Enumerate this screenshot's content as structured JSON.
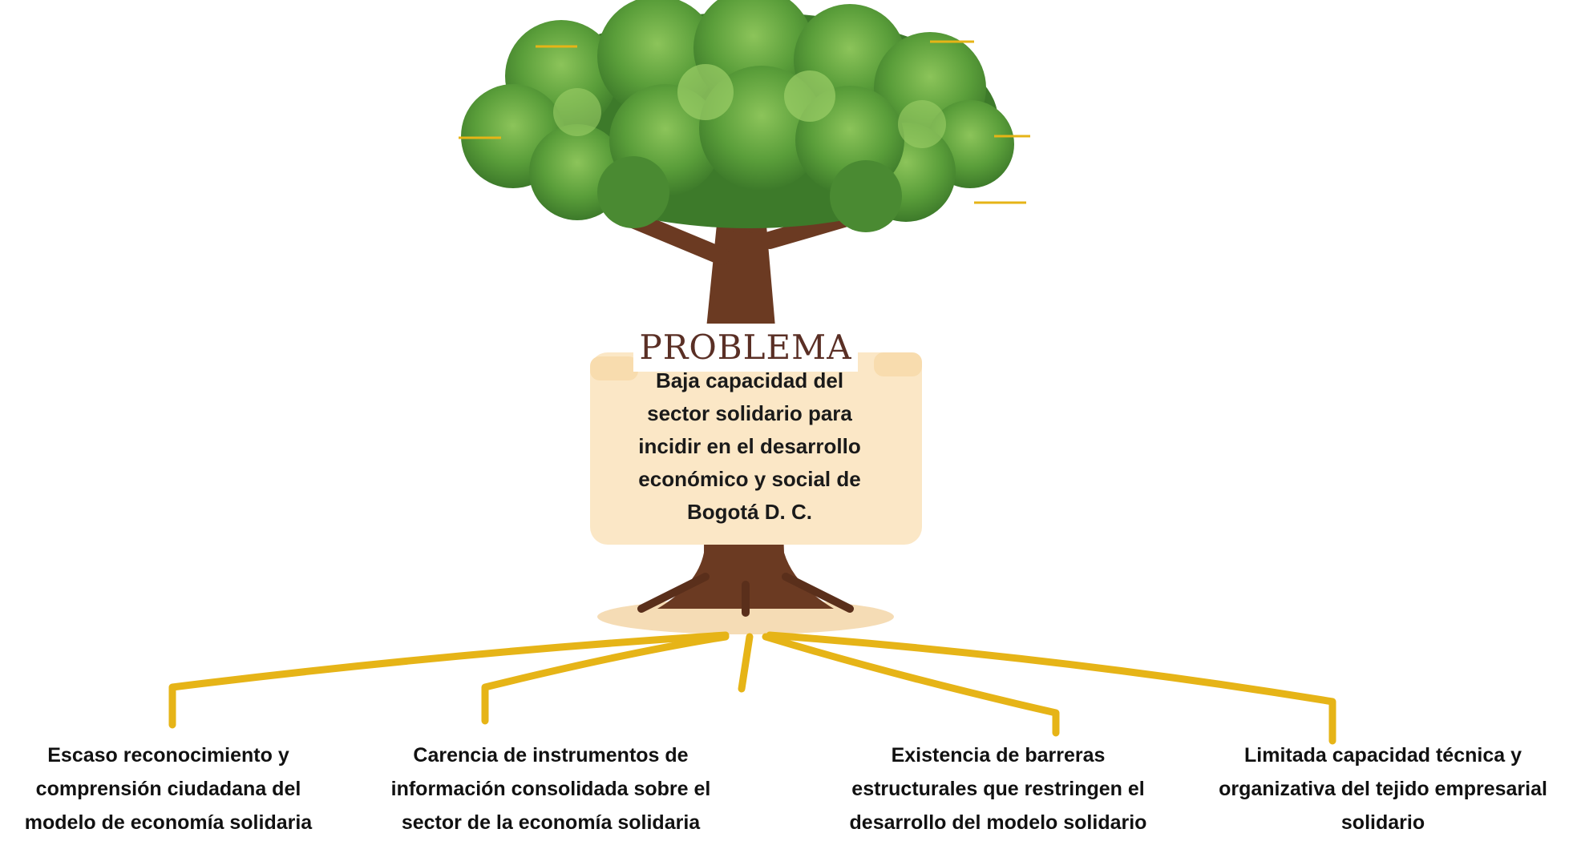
{
  "problem": {
    "heading": "PROBLEMA",
    "text": "Baja capacidad del\nsector solidario para\nincidir en el desarrollo\neconómico y social de\nBogotá D. C."
  },
  "causes": [
    {
      "text": "Escaso reconocimiento y\ncomprensión ciudadana del\nmodelo de economía solidaria"
    },
    {
      "text": "Carencia de instrumentos de\ninformación consolidada sobre el\nsector de la economía solidaria"
    },
    {
      "text": "Existencia de barreras\nestructurales que restringen el\ndesarrollo del modelo solidario"
    },
    {
      "text": "Limitada capacidad técnica y\norganizativa del tejido empresarial\nsolidario"
    }
  ],
  "colors": {
    "leaf_dark": "#3d7a2a",
    "leaf_mid": "#5a9e3a",
    "leaf_light": "#8cc45a",
    "trunk": "#6b3a22",
    "root_line": "#e6b417",
    "parchment": "#fbe7c6",
    "ground": "#f5dcb5"
  },
  "icons": [
    "tree-illustration",
    "root-lines"
  ]
}
